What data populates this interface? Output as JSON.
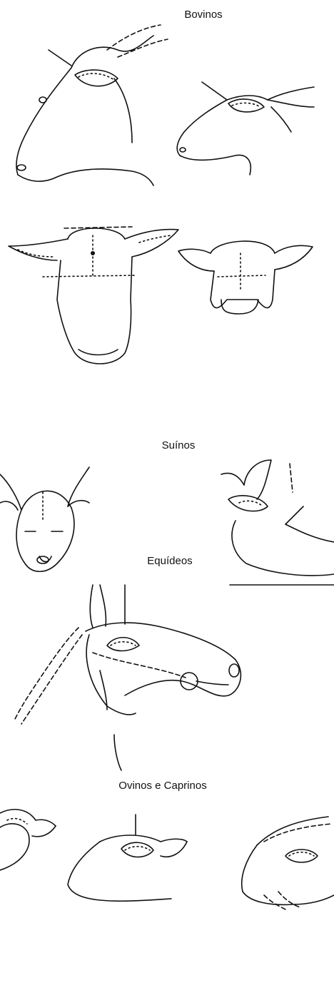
{
  "sections": [
    {
      "title": "Bovinos"
    },
    {
      "title": "Suínos"
    },
    {
      "title": "Equídeos"
    },
    {
      "title": "Ovinos e Caprinos"
    }
  ]
}
